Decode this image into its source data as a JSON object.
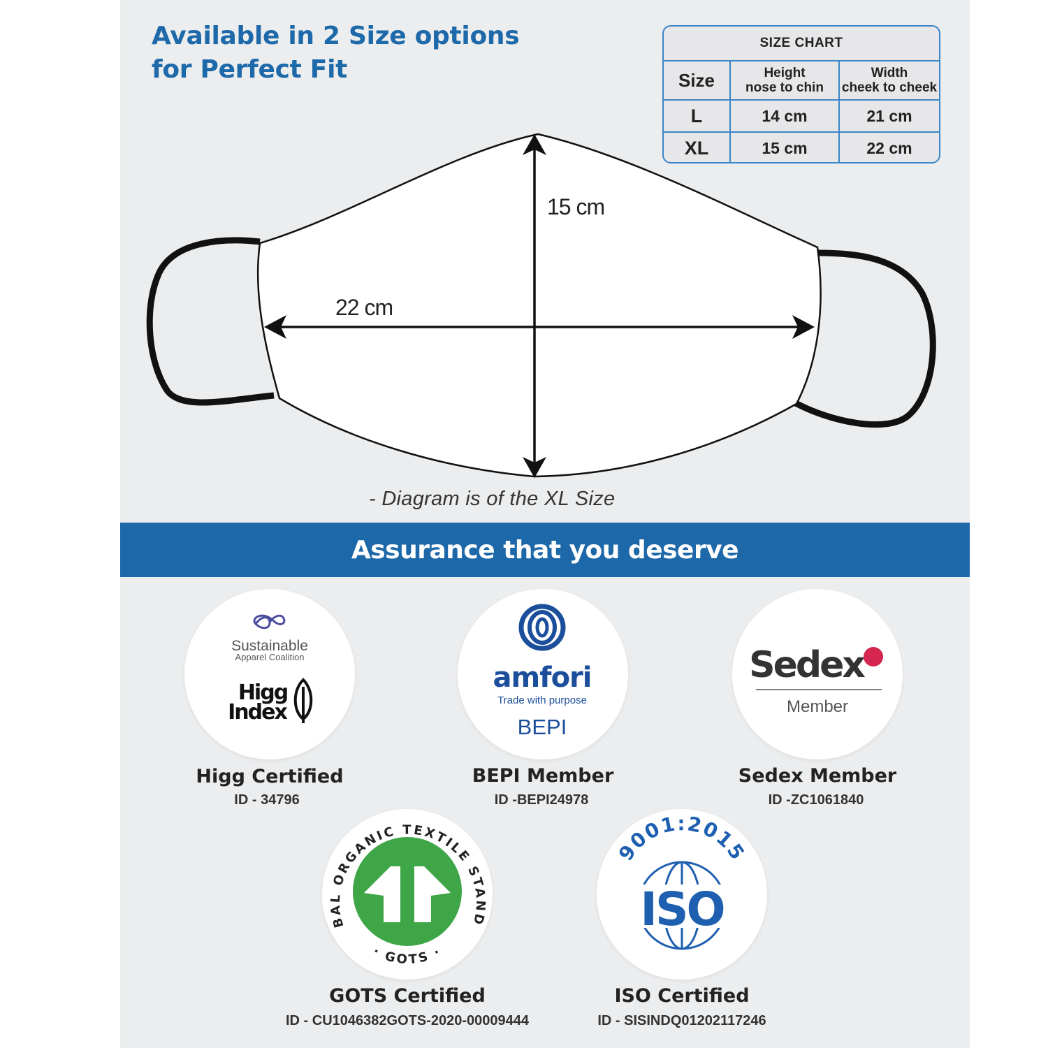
{
  "headline": {
    "line1": "Available in 2 Size options",
    "line2": "for Perfect Fit"
  },
  "size_chart": {
    "title": "SIZE CHART",
    "headers": {
      "size": "Size",
      "height_top": "Height",
      "height_bottom": "nose to chin",
      "width_top": "Width",
      "width_bottom": "cheek to cheek"
    },
    "rows": [
      {
        "size": "L",
        "height": "14 cm",
        "width": "21 cm"
      },
      {
        "size": "XL",
        "height": "15 cm",
        "width": "22 cm"
      }
    ]
  },
  "diagram": {
    "height_label": "15 cm",
    "width_label": "22 cm",
    "caption": "- Diagram is of the XL Size"
  },
  "banner": {
    "text": "Assurance that you deserve"
  },
  "certifications": [
    {
      "title": "Higg Certified",
      "id": "ID - 34796",
      "logo": {
        "line1": "Sustainable",
        "line2": "Apparel Coalition",
        "line3": "Higg",
        "line4": "Index"
      }
    },
    {
      "title": "BEPI Member",
      "id": "ID -BEPI24978",
      "logo": {
        "line1": "amfori",
        "line2": "Trade with purpose",
        "line3": "BEPI"
      }
    },
    {
      "title": "Sedex Member",
      "id": "ID -ZC1061840",
      "logo": {
        "line1": "Sedex",
        "line2": "Member"
      }
    },
    {
      "title": "GOTS Certified",
      "id": "ID - CU1046382GOTS-2020-00009444",
      "logo": {
        "ring": "GLOBAL ORGANIC TEXTILE STANDARD",
        "bottom": "· GOTS ·"
      }
    },
    {
      "title": "ISO Certified",
      "id": "ID - SISINDQ01202117246",
      "logo": {
        "arc": "9001:2015",
        "line1": "ISO"
      }
    }
  ],
  "colors": {
    "accent": "#1d68a8",
    "panel": "#ecedee",
    "sedex_red": "#d4264e",
    "gots_green": "#3fa648",
    "iso_blue": "#1f5fb0"
  }
}
